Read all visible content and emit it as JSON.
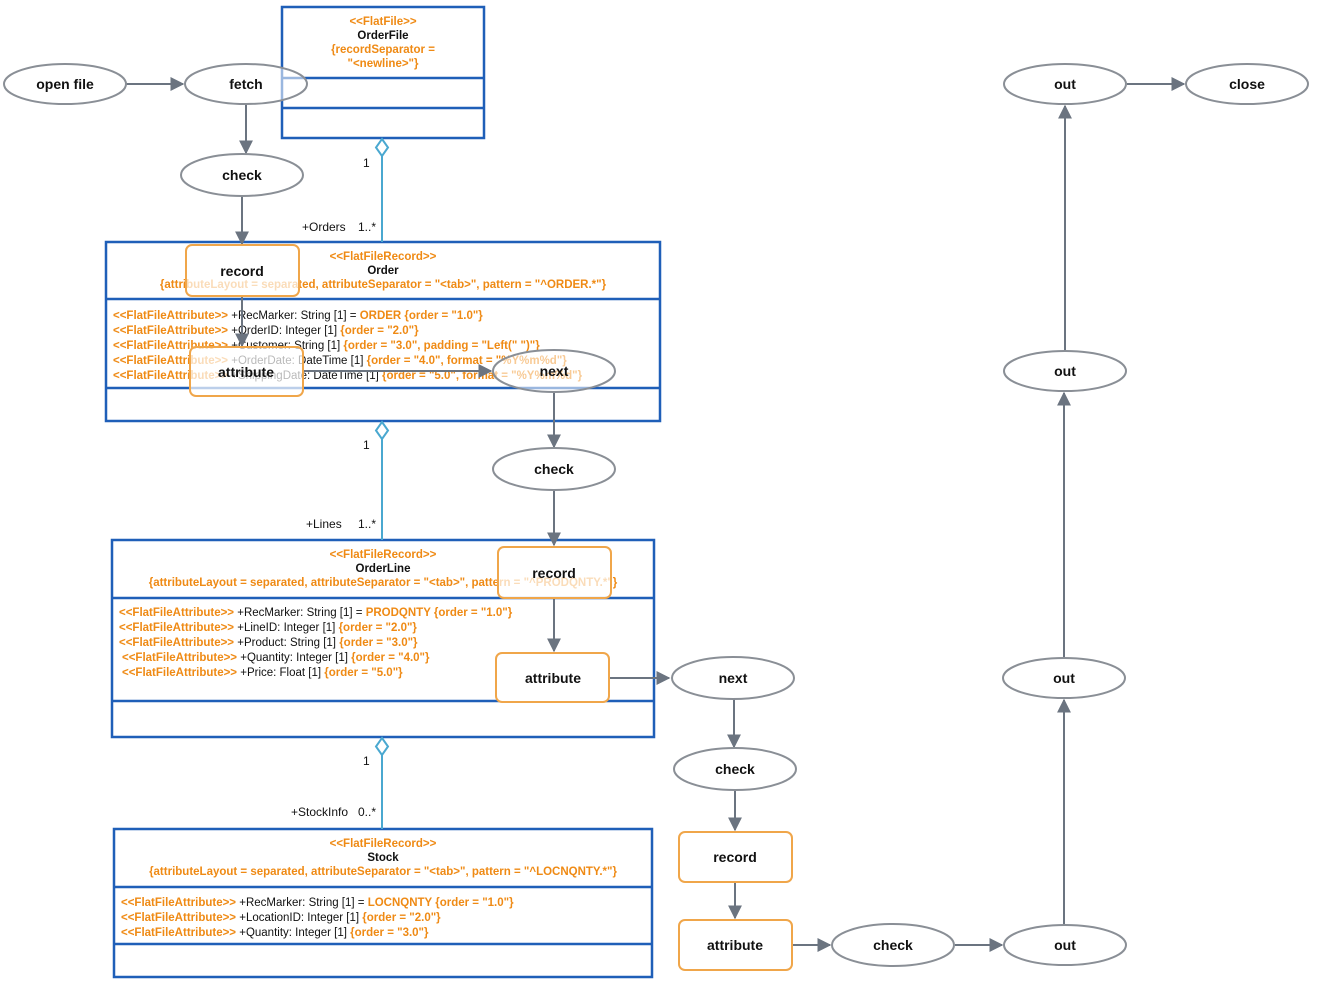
{
  "classes": {
    "orderfile": {
      "stereotype": "<<FlatFile>>",
      "name": "OrderFile",
      "props": [
        "{recordSeparator =",
        "\"<newline>\"}"
      ]
    },
    "order": {
      "stereotype": "<<FlatFileRecord>>",
      "name": "Order",
      "props": "{attributeLayout = separated, attributeSeparator = \"<tab>\", pattern = \"^ORDER.*\"}",
      "attributes": [
        {
          "st": "<<FlatFileAttribute>>",
          "decl": " +RecMarker: String [1] = ",
          "val": "ORDER {order = \"1.0\"}"
        },
        {
          "st": "<<FlatFileAttribute>>",
          "decl": " +OrderID: Integer [1] ",
          "val": "{order = \"2.0\"}"
        },
        {
          "st": "<<FlatFileAttribute>>",
          "decl": " +Customer: String [1] ",
          "val": "{order = \"3.0\", padding = \"Left(\" \")\"}"
        },
        {
          "st": "<<FlatFileAttribute>>",
          "decl": " +OrderDate: DateTime [1] ",
          "val": "{order = \"4.0\", format = \"%Y%m%d\"}"
        },
        {
          "st": "<<FlatFileAttribute>>",
          "decl": " +ShippingDate: DateTime [1] ",
          "val": "{order = \"5.0\", format = \"%Y%m%d\"}"
        }
      ]
    },
    "orderline": {
      "stereotype": "<<FlatFileRecord>>",
      "name": "OrderLine",
      "props": "{attributeLayout = separated, attributeSeparator = \"<tab>\", pattern = \"^PRODQNTY.*\"}",
      "attributes": [
        {
          "st": "<<FlatFileAttribute>>",
          "decl": " +RecMarker: String [1] = ",
          "val": "PRODQNTY {order = \"1.0\"}"
        },
        {
          "st": "<<FlatFileAttribute>>",
          "decl": " +LineID: Integer [1] ",
          "val": "{order = \"2.0\"}"
        },
        {
          "st": "<<FlatFileAttribute>>",
          "decl": " +Product: String [1] ",
          "val": "{order = \"3.0\"}"
        },
        {
          "st": "<<FlatFileAttribute>>",
          "decl": " +Quantity: Integer [1] ",
          "val": "{order = \"4.0\"}"
        },
        {
          "st": "<<FlatFileAttribute>>",
          "decl": " +Price: Float [1] ",
          "val": "{order = \"5.0\"}"
        }
      ]
    },
    "stock": {
      "stereotype": "<<FlatFileRecord>>",
      "name": "Stock",
      "props": "{attributeLayout = separated, attributeSeparator = \"<tab>\", pattern = \"^LOCNQNTY.*\"}",
      "attributes": [
        {
          "st": "<<FlatFileAttribute>>",
          "decl": " +RecMarker: String [1] = ",
          "val": "LOCNQNTY {order = \"1.0\"}"
        },
        {
          "st": "<<FlatFileAttribute>>",
          "decl": " +LocationID: Integer [1] ",
          "val": "{order = \"2.0\"}"
        },
        {
          "st": "<<FlatFileAttribute>>",
          "decl": " +Quantity: Integer [1] ",
          "val": "{order = \"3.0\"}"
        }
      ]
    }
  },
  "associations": {
    "orders": {
      "role": "+Orders",
      "source_mult": "1",
      "target_mult": "1..*"
    },
    "lines": {
      "role": "+Lines",
      "source_mult": "1",
      "target_mult": "1..*"
    },
    "stockinfo": {
      "role": "+StockInfo",
      "source_mult": "1",
      "target_mult": "0..*"
    }
  },
  "flow_nodes": {
    "open_file": "open file",
    "fetch": "fetch",
    "check_1": "check",
    "record_1": "record",
    "attribute_1": "attribute",
    "next_1": "next",
    "check_2": "check",
    "record_2": "record",
    "attribute_2": "attribute",
    "next_2": "next",
    "check_3": "check",
    "record_3": "record",
    "attribute_3": "attribute",
    "check_4": "check",
    "out_1": "out",
    "out_2": "out",
    "out_3": "out",
    "out_4": "out",
    "close": "close"
  },
  "colors": {
    "stereotype": "#ef8a14",
    "class_border": "#1f5fb8",
    "association": "#4aa8d0",
    "flow_edge": "#6b7480",
    "record_border": "#f0a64a"
  }
}
